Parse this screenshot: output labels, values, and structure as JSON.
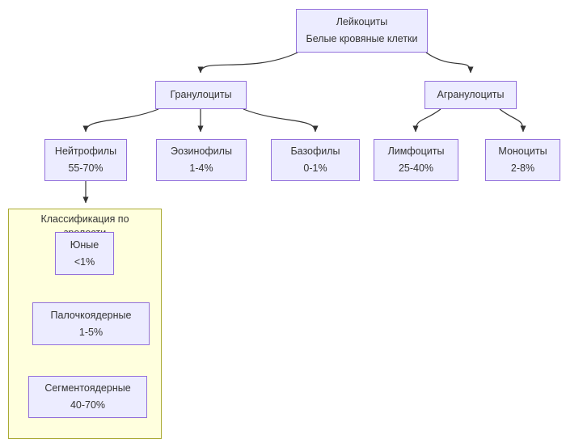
{
  "diagram_type": "flowchart-top-down",
  "colors": {
    "node_fill": "#ECECFF",
    "node_border": "#9370DB",
    "subgraph_fill": "#FFFFDE",
    "subgraph_border": "#AAAA33",
    "edge": "#333333",
    "text": "#333333",
    "background": "#FFFFFF"
  },
  "nodes": {
    "leukocytes": {
      "label": "Лейкоциты",
      "sublabel": "Белые кровяные клетки"
    },
    "granulocytes": {
      "label": "Гранулоциты"
    },
    "agranulocytes": {
      "label": "Агранулоциты"
    },
    "neutrophils": {
      "label": "Нейтрофилы",
      "value": "55-70%"
    },
    "eosinophils": {
      "label": "Эозинофилы",
      "value": "1-4%"
    },
    "basophils": {
      "label": "Базофилы",
      "value": "0-1%"
    },
    "lymphocytes": {
      "label": "Лимфоциты",
      "value": "25-40%"
    },
    "monocytes": {
      "label": "Моноциты",
      "value": "2-8%"
    },
    "juvenile": {
      "label": "Юные",
      "value": "<1%"
    },
    "band": {
      "label": "Палочкоядерные",
      "value": "1-5%"
    },
    "segmented": {
      "label": "Сегментоядерные",
      "value": "40-70%"
    }
  },
  "subgraph": {
    "title_line1": "Классификация по",
    "title_line2": "зрелости"
  },
  "edges": [
    {
      "from": "Лейкоциты",
      "to": "Гранулоциты"
    },
    {
      "from": "Лейкоциты",
      "to": "Агранулоциты"
    },
    {
      "from": "Гранулоциты",
      "to": "Нейтрофилы"
    },
    {
      "from": "Гранулоциты",
      "to": "Эозинофилы"
    },
    {
      "from": "Гранулоциты",
      "to": "Базофилы"
    },
    {
      "from": "Агранулоциты",
      "to": "Лимфоциты"
    },
    {
      "from": "Агранулоциты",
      "to": "Моноциты"
    },
    {
      "from": "Нейтрофилы",
      "to": "Классификация по зрелости"
    }
  ]
}
